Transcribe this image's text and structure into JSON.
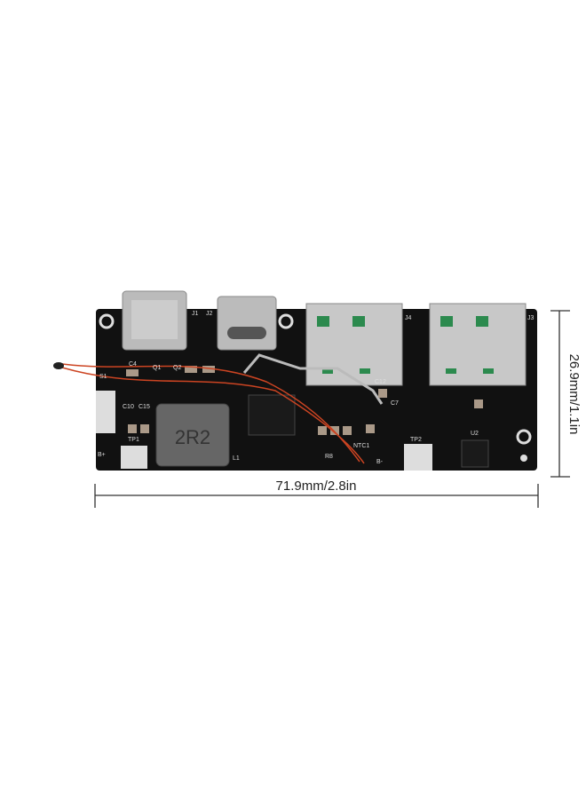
{
  "dimensions": {
    "width_label": "71.9mm/2.8in",
    "height_label": "26.9mm/1.1in"
  },
  "board": {
    "pcb_color": "#111111",
    "inductor_marking": "2R2",
    "silkscreen": {
      "b_plus": "B+",
      "b_minus": "B-",
      "tp1": "TP1",
      "tp2": "TP2",
      "ntc1": "NTC1",
      "j1": "J1",
      "j2": "J2",
      "j3": "J3",
      "j4": "J4",
      "u2": "U2",
      "l1": "L1",
      "s1": "S1",
      "c4": "C4",
      "q1": "Q1",
      "q2": "Q2",
      "c10": "C10",
      "c15": "C15",
      "c12": "C12",
      "c7": "C7",
      "r8": "R8"
    }
  }
}
